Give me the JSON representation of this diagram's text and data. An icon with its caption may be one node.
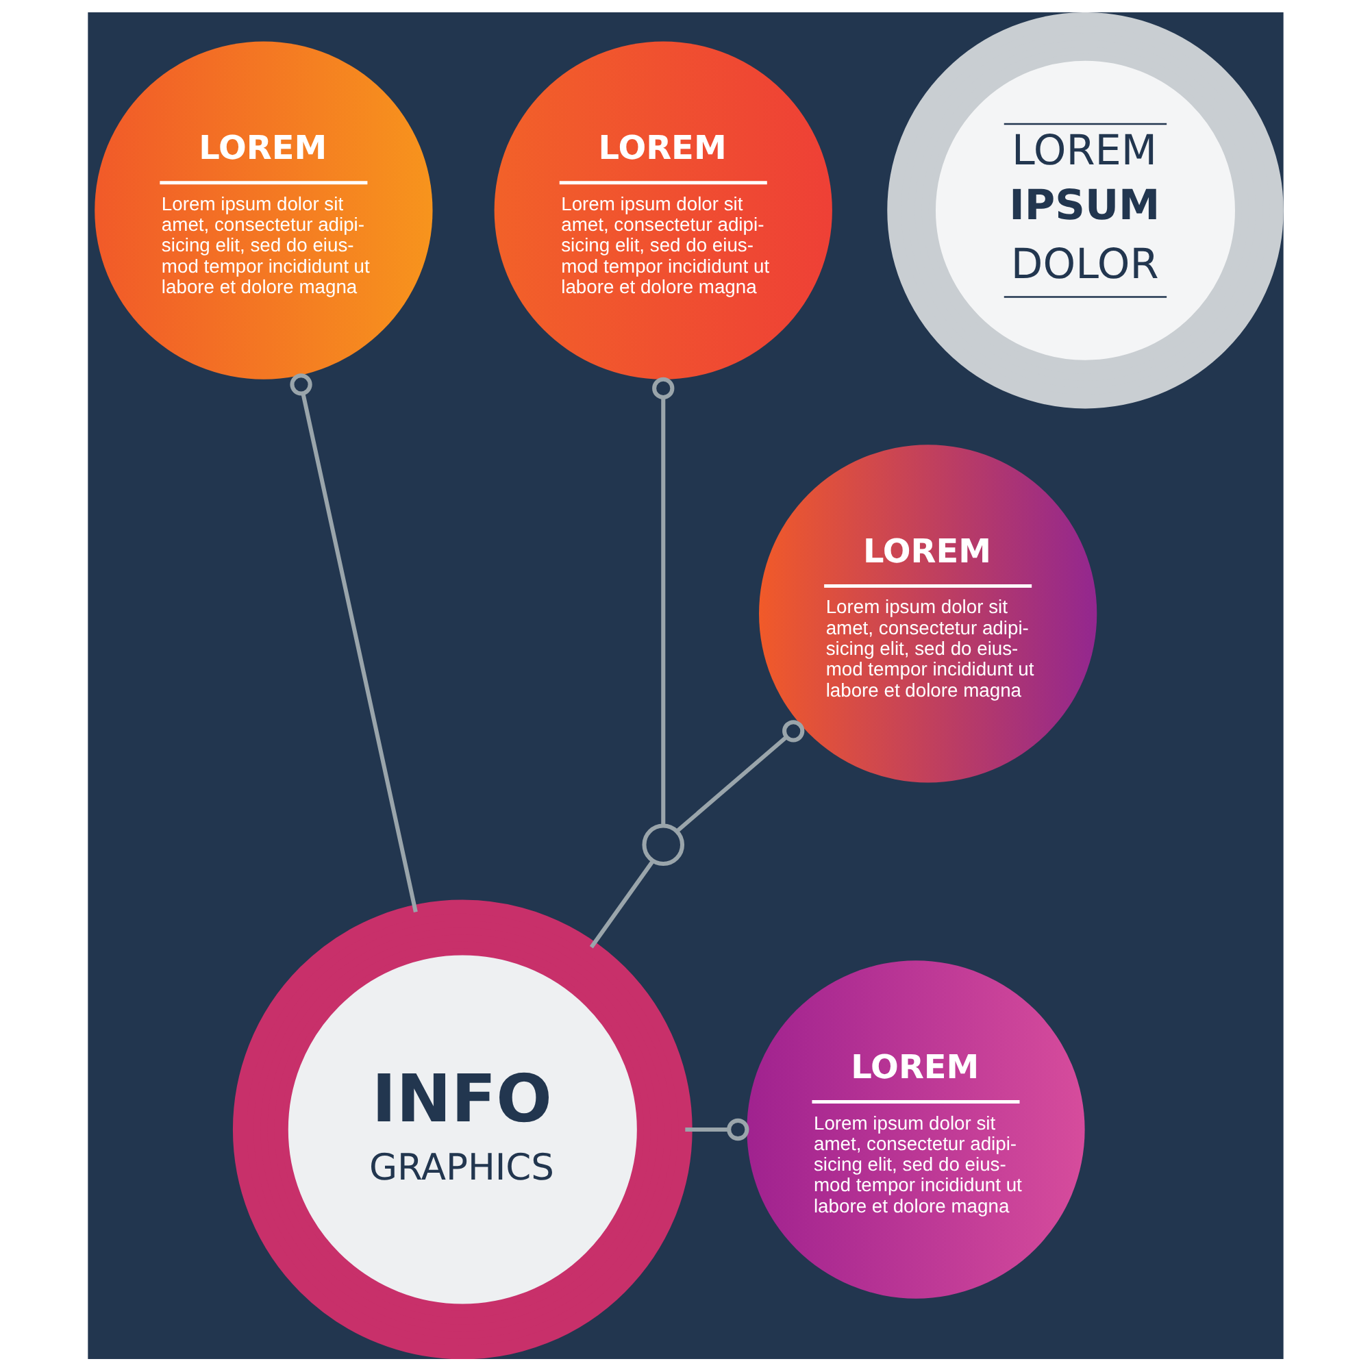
{
  "diagram": {
    "nodes": [
      {
        "text": [
          "LOREM",
          "Lorem ipsum dolor sit amet, consectetur adipi- sicing elit, sed do eius- mod tempor incididunt ut labore et dolore magna"
        ]
      },
      {
        "text": [
          "LOREM",
          "IPSUM",
          "DOLOR"
        ]
      },
      {
        "text": [
          "LOREM",
          "Lorem ipsum dolor sit amet, consectetur adipi- sicing elit, sed do eius- mod tempor incididunt ut labore et dolore magna"
        ]
      },
      {
        "text": [
          "LOREM",
          "Lorem ipsum dolor sit amet, consectetur adipi- sicing elit, sed do eius- mod tempor incididunt ut labore et dolore magna"
        ]
      },
      {
        "text": [],
        "shape": "circle"
      },
      {
        "text": [
          "INFO",
          "GRAPHICS"
        ]
      },
      {
        "text": [
          "LOREM",
          "Lorem ipsum dolor sit amet, consectetur adipi- sicing elit, sed do eius- mod tempor incididunt ut labore et dolore magna"
        ]
      }
    ],
    "edges": [
      {
        "from": 5,
        "to": 0,
        "arrow": "other"
      },
      {
        "from": 5,
        "to": 4,
        "arrow": "none"
      },
      {
        "from": 4,
        "to": 2,
        "arrow": "other"
      },
      {
        "from": 4,
        "to": 3,
        "arrow": "other"
      },
      {
        "from": 5,
        "to": 6,
        "arrow": "other"
      }
    ]
  }
}
